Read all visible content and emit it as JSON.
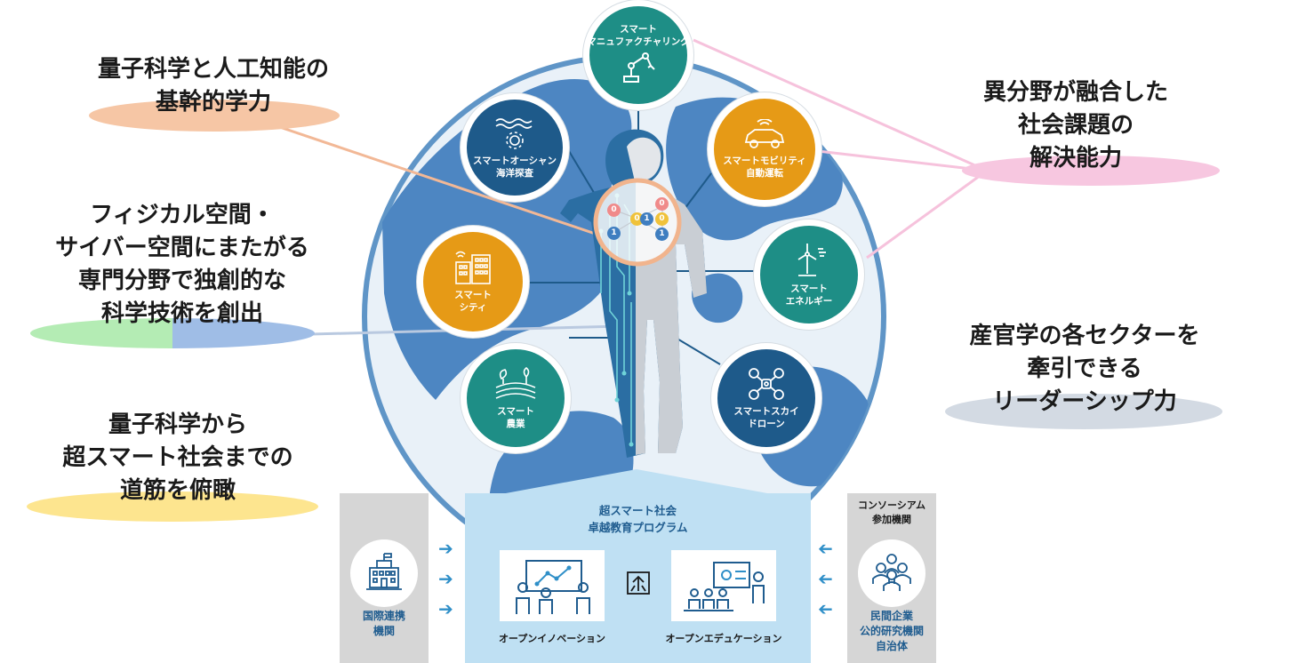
{
  "labels": {
    "quantum_ai": [
      "量子科学と人工知能の",
      "基幹的学力"
    ],
    "physical_cyber": [
      "フィジカル空間・",
      "サイバー空間にまたがる",
      "専門分野で独創的な",
      "科学技術を創出"
    ],
    "overview": [
      "量子科学から",
      "超スマート社会までの",
      "道筋を俯瞰"
    ],
    "fusion": [
      "異分野が融合した",
      "社会課題の",
      "解決能力"
    ],
    "leadership": [
      "産官学の各セクターを",
      "牽引できる",
      "リーダーシップ力"
    ]
  },
  "nodes": {
    "manufacturing": [
      "スマート",
      "マニュファクチャリング"
    ],
    "ocean": [
      "スマートオーシャン",
      "海洋探査"
    ],
    "mobility": [
      "スマートモビリティ",
      "自動運転"
    ],
    "city": [
      "スマート",
      "シティ"
    ],
    "energy": [
      "スマート",
      "エネルギー"
    ],
    "agri": [
      "スマート",
      "農業"
    ],
    "drone": [
      "スマートスカイ",
      "ドローン"
    ]
  },
  "program": {
    "title": [
      "超スマート社会",
      "卓越教育プログラム"
    ],
    "innovation": "オープンイノベーション",
    "education": "オープンエデュケーション"
  },
  "left_panel": [
    "国際連携",
    "機関"
  ],
  "right_panel": {
    "header": [
      "コンソーシアム",
      "参加機関"
    ],
    "body": [
      "民間企業",
      "公的研究機関",
      "自治体"
    ]
  },
  "binary": [
    "0",
    "1",
    "0",
    "1",
    "0",
    "0",
    "1"
  ],
  "colors": {
    "teal": "#1e8e86",
    "navy": "#1e5a8a",
    "orange": "#e69a16",
    "globe": "#4d86c2",
    "panel_blue": "#bfe0f3",
    "panel_gray": "#d6d6d6",
    "arrow": "#2f8fc8"
  }
}
